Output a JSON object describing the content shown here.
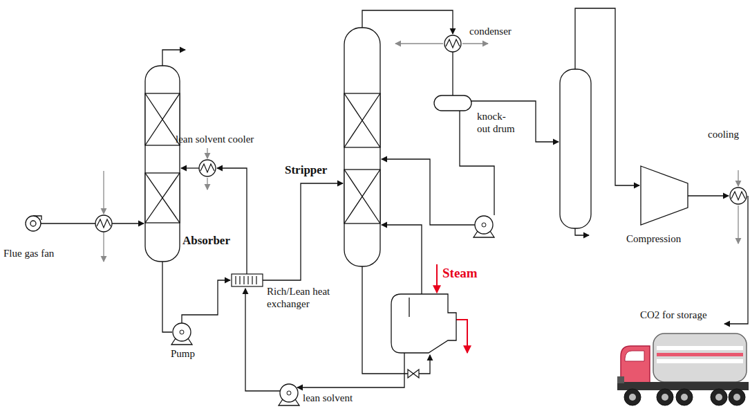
{
  "diagram": {
    "labels": [
      "Flue gas fan",
      "lean solvent cooler",
      "Absorber",
      "Pump",
      "Rich/Lean heat exchanger",
      "Stripper",
      "Steam",
      "lean solvent",
      "condenser",
      "knock-out drum",
      "cooling",
      "Compression",
      "CO2 for storage"
    ]
  }
}
